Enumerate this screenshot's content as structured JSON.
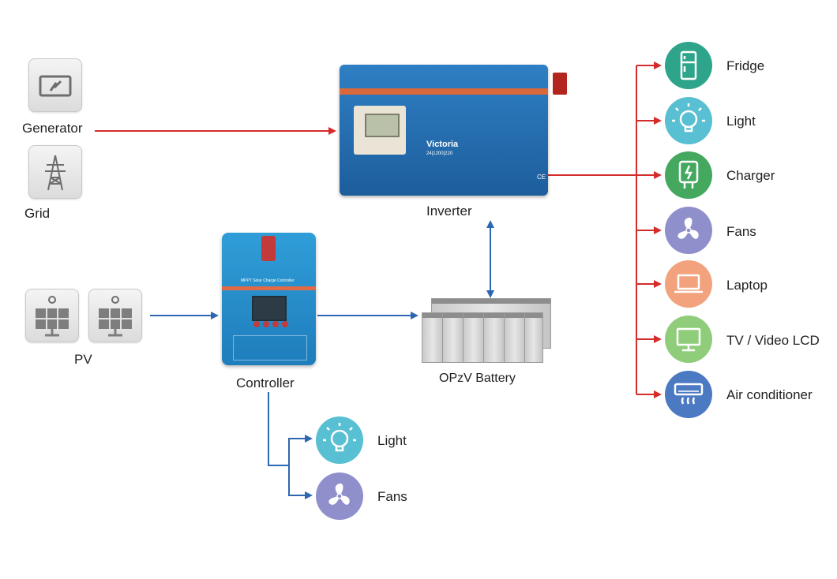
{
  "sources": {
    "generator": "Generator",
    "grid": "Grid",
    "pv": "PV"
  },
  "devices": {
    "inverter": "Inverter",
    "inverter_model": "Victoria",
    "inverter_spec": "24|1200|220",
    "controller": "Controller",
    "controller_title": "MPPT Solar Charge Controller",
    "battery": "OPzV Battery"
  },
  "inverter_loads": [
    "Fridge",
    "Light",
    "Charger",
    "Fans",
    "Laptop",
    "TV / Video LCD",
    "Air conditioner"
  ],
  "controller_loads": [
    "Light",
    "Fans"
  ],
  "colors": {
    "ac_line": "#d42b2b",
    "dc_line": "#2e67b1",
    "fridge": "#2ea48a",
    "light": "#58c0d2",
    "charger": "#44a85f",
    "fans": "#8f8fcc",
    "laptop": "#f2a27d",
    "tv": "#8fcd7b",
    "air_conditioner": "#4b79c2"
  },
  "icons": {
    "generator": "generator-icon",
    "grid": "power-tower-icon",
    "pv": "solar-panel-icon",
    "fridge": "fridge-icon",
    "light": "light-bulb-icon",
    "charger": "charger-icon",
    "fans": "fan-icon",
    "laptop": "laptop-icon",
    "tv": "monitor-icon",
    "air_conditioner": "air-conditioner-icon"
  }
}
